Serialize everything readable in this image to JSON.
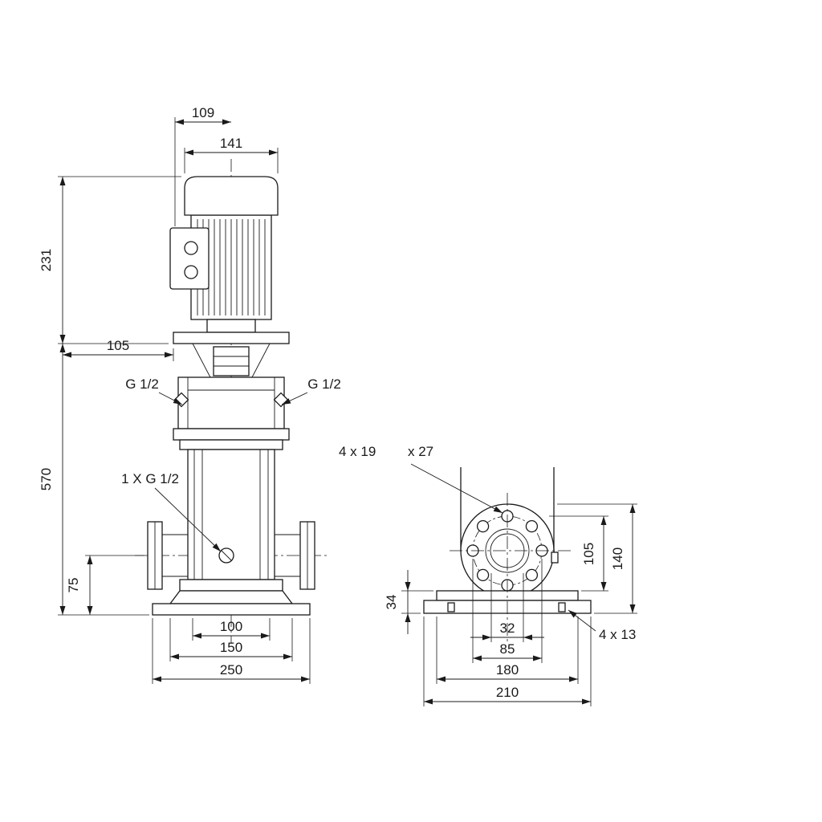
{
  "drawing": {
    "front_view": {
      "dim_top_width": "109",
      "dim_motor_width": "141",
      "dim_motor_height": "231",
      "dim_stool_offset": "105",
      "dim_pump_height": "570",
      "dim_port_height": "75",
      "dim_base_inner": "100",
      "dim_base_mid": "150",
      "dim_base_outer": "250",
      "port_left_label": "G 1/2",
      "port_right_label": "G 1/2",
      "drain_label": "1 X G 1/2"
    },
    "side_view": {
      "flange_holes_label": "4 x 19",
      "flange_counterbore_label": "x 27",
      "dim_base_height": "34",
      "dim_flange_center_height": "105",
      "dim_flange_top_height": "140",
      "dim_bore": "32",
      "dim_bolt_circle": "85",
      "dim_base_mid": "180",
      "dim_base_width": "210",
      "base_holes_label": "4 x 13"
    }
  }
}
